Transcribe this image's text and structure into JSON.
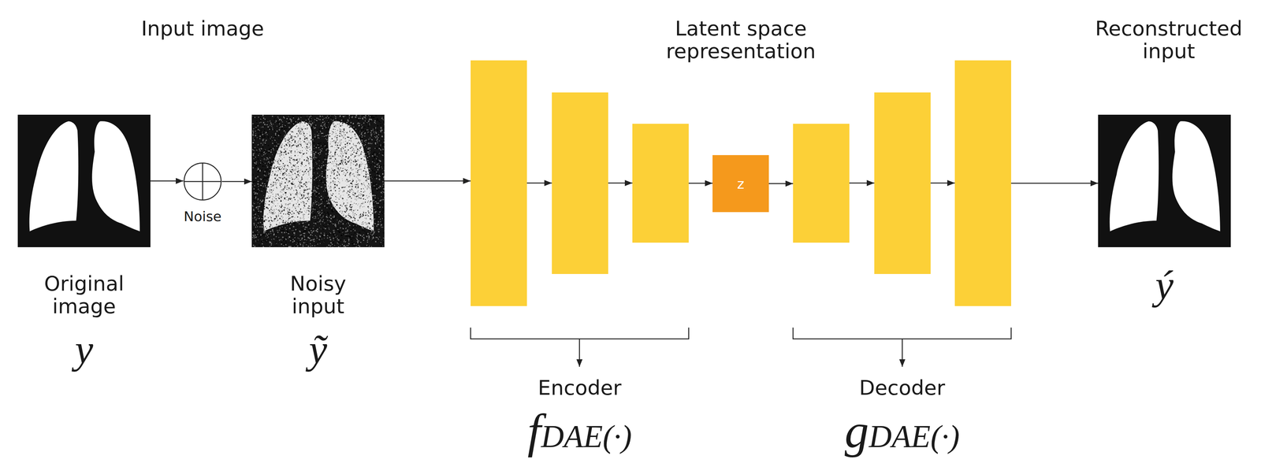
{
  "diagram": {
    "nodes": [
      {
        "text": [
          "Original image",
          "y"
        ]
      },
      {
        "text": [
          "Noise"
        ]
      },
      {
        "text": [
          "Noisy input",
          "ỹ"
        ]
      },
      {
        "text": [
          "Encoder",
          "fDAE(·)"
        ]
      },
      {
        "text": [
          "z"
        ]
      },
      {
        "text": [
          "Decoder",
          "gDAE(·)"
        ]
      },
      {
        "text": [
          "ý"
        ]
      }
    ],
    "edges": [
      {
        "from": 0,
        "to": 1,
        "arrow": "to"
      },
      {
        "from": 1,
        "to": 2,
        "arrow": "to"
      },
      {
        "from": 2,
        "to": 3,
        "arrow": "to"
      },
      {
        "from": 3,
        "to": 4,
        "arrow": "to"
      },
      {
        "from": 4,
        "to": 5,
        "arrow": "to"
      },
      {
        "from": 5,
        "to": 6,
        "arrow": "to"
      }
    ],
    "labels": [
      "Input image",
      "Latent space representation",
      "Reconstructed input"
    ]
  }
}
